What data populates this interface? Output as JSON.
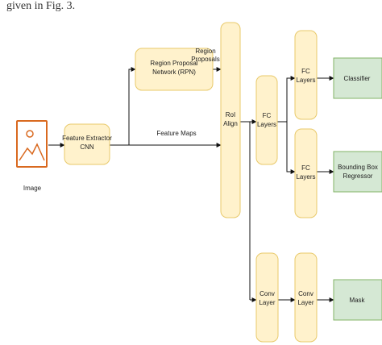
{
  "caption": "given in Fig. 3.",
  "diagram": {
    "image_label": "Image",
    "feature_extractor": [
      "Feature Extractor",
      "CNN"
    ],
    "rpn": [
      "Region Proposal",
      "Network (RPN)"
    ],
    "region_proposals_label": [
      "Region",
      "Proposals"
    ],
    "feature_maps_label": "Feature Maps",
    "roi_align": [
      "RoI",
      "Align"
    ],
    "fc_layers_1": [
      "FC",
      "Layers"
    ],
    "fc_layers_top": [
      "FC",
      "Layers"
    ],
    "fc_layers_mid": [
      "FC",
      "Layers"
    ],
    "conv_layer_1": [
      "Conv",
      "Layer"
    ],
    "conv_layer_2": [
      "Conv",
      "Layer"
    ],
    "classifier": "Classifier",
    "bbox_regressor": [
      "Bounding Box",
      "Regressor"
    ],
    "mask": "Mask"
  },
  "colors": {
    "yellow_fill": "#fff2cc",
    "yellow_stroke": "#e8c96a",
    "green_fill": "#d5e8d4",
    "green_stroke": "#82b366",
    "image_icon": "#d9691f"
  }
}
